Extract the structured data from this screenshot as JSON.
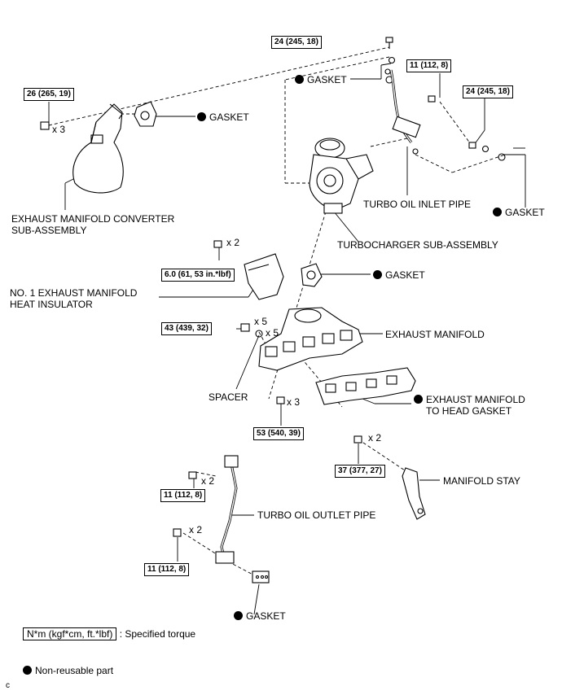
{
  "labels": {
    "gasket_top": "GASKET",
    "gasket_left": "GASKET",
    "gasket_right": "GASKET",
    "gasket_turbo": "GASKET",
    "gasket_bottom": "GASKET",
    "converter_line1": "EXHAUST MANIFOLD CONVERTER",
    "converter_line2": "SUB-ASSEMBLY",
    "turbo_inlet": "TURBO OIL INLET PIPE",
    "turbocharger": "TURBOCHARGER SUB-ASSEMBLY",
    "insulator_line1": "NO. 1 EXHAUST MANIFOLD",
    "insulator_line2": "HEAT INSULATOR",
    "exhaust_manifold": "EXHAUST MANIFOLD",
    "spacer": "SPACER",
    "head_gasket_line1": "EXHAUST MANIFOLD",
    "head_gasket_line2": "TO HEAD GASKET",
    "manifold_stay": "MANIFOLD STAY",
    "turbo_outlet": "TURBO OIL OUTLET PIPE"
  },
  "torques": {
    "t_24_top": "24 (245, 18)",
    "t_26": "26 (265, 19)",
    "t_11_inlet": "11 (112, 8)",
    "t_24_right": "24 (245, 18)",
    "t_6": "6.0 (61, 53 in.*lbf)",
    "t_43": "43 (439, 32)",
    "t_53": "53 (540, 39)",
    "t_37": "37 (377, 27)",
    "t_11_outlet_a": "11 (112, 8)",
    "t_11_outlet_b": "11 (112, 8)"
  },
  "quantities": {
    "q_26": "x 3",
    "q_6": "x 2",
    "q_43_bolt": "x 5",
    "q_43_spacer": "x 5",
    "q_53": "x 3",
    "q_37": "x 2",
    "q_outlet_a": "x 2",
    "q_outlet_b": "x 2"
  },
  "legend": {
    "torque_unit": "N*m (kgf*cm, ft.*lbf)",
    "torque_desc": ": Specified torque",
    "nonreusable": "Non-reusable part"
  },
  "corner_code": "c"
}
